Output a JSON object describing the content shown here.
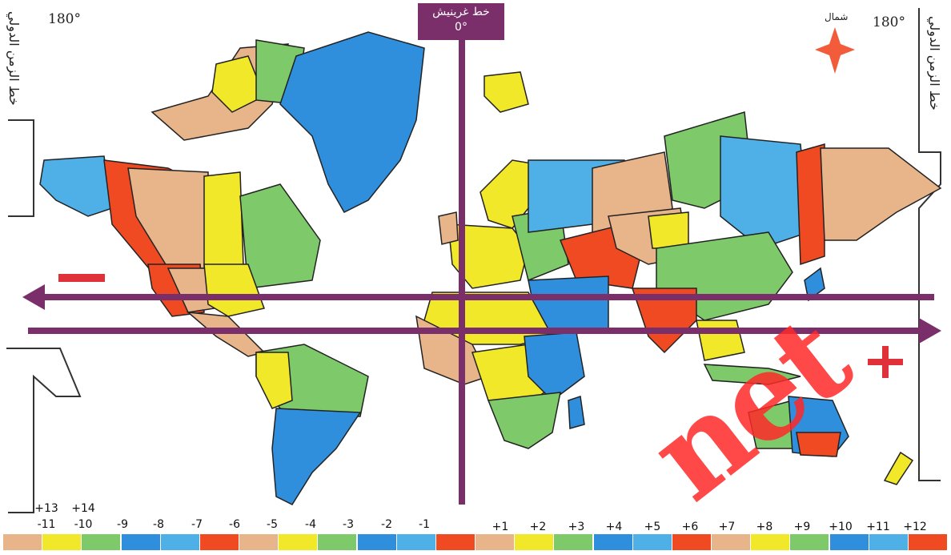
{
  "map": {
    "greenwich": {
      "label": "خط غرينيش",
      "degree": "0°"
    },
    "idl_label": "خط الزمن الدولي",
    "left_deg": "180°",
    "right_deg": "180°",
    "north_label": "شمال",
    "minus_sign": "−",
    "plus_sign": "+",
    "watermark": "net",
    "neg_top": [
      "+13",
      "+14"
    ],
    "neg_labels": [
      "-11",
      "-10",
      "-9",
      "-8",
      "-7",
      "-6",
      "-5",
      "-4",
      "-3",
      "-2",
      "-1"
    ],
    "pos_labels": [
      "+1",
      "+2",
      "+3",
      "+4",
      "+5",
      "+6",
      "+7",
      "+8",
      "+9",
      "+10",
      "+11",
      "+12"
    ],
    "legend_colors": [
      "#e8b48a",
      "#f2e82a",
      "#7ec96a",
      "#2f8fdc",
      "#4fb0e8",
      "#f04a22",
      "#e8b48a",
      "#f2e82a",
      "#7ec96a",
      "#2f8fdc",
      "#4fb0e8",
      "#f04a22",
      "#e8b48a",
      "#f2e82a",
      "#7ec96a",
      "#2f8fdc",
      "#4fb0e8",
      "#f04a22",
      "#e8b48a",
      "#f2e82a",
      "#7ec96a",
      "#2f8fdc",
      "#4fb0e8",
      "#f04a22"
    ],
    "arrow_color": "#7a2f6b",
    "sign_color": "#e0303a"
  }
}
